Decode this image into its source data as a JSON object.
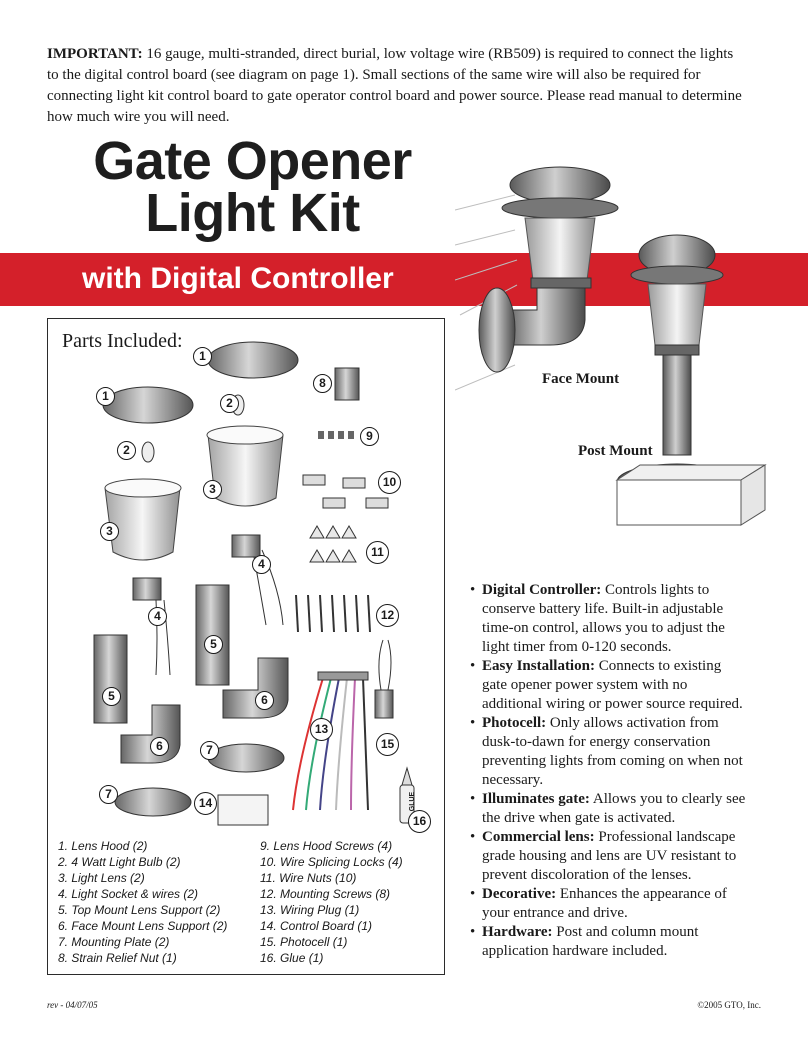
{
  "intro": {
    "label": "IMPORTANT:",
    "text": "16 gauge, multi-stranded, direct burial, low voltage wire (RB509) is required to connect the lights to the digital control board (see diagram on page 1). Small sections of the same wire will also be required for connecting light kit control board to gate operator control board and power source. Please read manual to determine how much wire you will need."
  },
  "title": {
    "line1": "Gate Opener",
    "line2": "Light Kit",
    "banner": "with Digital Controller"
  },
  "parts": {
    "heading": "Parts Included:",
    "callouts": {
      "c1": "1",
      "c2": "2",
      "c3": "3",
      "c4": "4",
      "c5": "5",
      "c6": "6",
      "c7": "7",
      "c8": "8",
      "c9": "9",
      "c10": "10",
      "c11": "11",
      "c12": "12",
      "c13": "13",
      "c14": "14",
      "c15": "15",
      "c16": "16"
    },
    "glue_label": "GLUE",
    "items": [
      "1. Lens Hood (2)",
      "2. 4 Watt Light Bulb (2)",
      "3. Light Lens (2)",
      "4. Light Socket & wires (2)",
      "5. Top Mount Lens Support (2)",
      "6. Face Mount Lens Support (2)",
      "7. Mounting Plate (2)",
      "8. Strain Relief Nut (1)",
      "9. Lens Hood Screws (4)",
      "10. Wire Splicing Locks (4)",
      "11. Wire Nuts (10)",
      "12. Mounting Screws (8)",
      "13. Wiring Plug (1)",
      "14. Control Board (1)",
      "15. Photocell (1)",
      "16. Glue (1)"
    ]
  },
  "mounts": {
    "face": "Face Mount",
    "post": "Post Mount"
  },
  "features": [
    {
      "title": "Digital Controller:",
      "text": "Controls lights to conserve battery life. Built-in adjustable time-on control, allows you to adjust the light timer from 0-120 seconds."
    },
    {
      "title": "Easy Installation:",
      "text": "Connects to existing gate opener power system with no additional wiring or power source required."
    },
    {
      "title": "Photocell:",
      "text": "Only allows activation from dusk-to-dawn for energy conservation preventing lights from coming on when not necessary."
    },
    {
      "title": "Illuminates gate:",
      "text": "Allows you to clearly see the drive when gate is activated."
    },
    {
      "title": "Commercial lens:",
      "text": "Professional landscape grade housing and lens are UV resistant to prevent discoloration of the lenses."
    },
    {
      "title": "Decorative:",
      "text": "Enhances the appearance of your entrance and drive."
    },
    {
      "title": "Hardware:",
      "text": "Post and column mount application hardware included."
    }
  ],
  "footer": {
    "rev": "rev - 04/07/05",
    "copyright": "©2005 GTO, Inc."
  },
  "colors": {
    "banner": "#d4202a",
    "text": "#1a1a1a"
  }
}
